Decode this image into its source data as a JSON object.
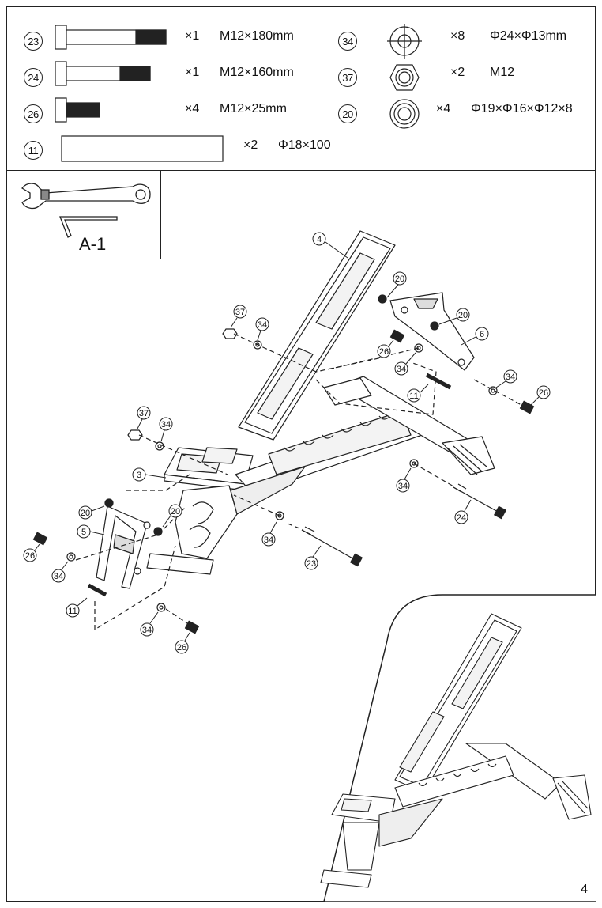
{
  "parts": [
    {
      "id": "23",
      "qty": "×1",
      "spec": "M12×180mm",
      "icon": "long-bolt-icon"
    },
    {
      "id": "24",
      "qty": "×1",
      "spec": "M12×160mm",
      "icon": "long-bolt-icon"
    },
    {
      "id": "26",
      "qty": "×4",
      "spec": "M12×25mm",
      "icon": "short-bolt-icon"
    },
    {
      "id": "11",
      "qty": "×2",
      "spec": "Φ18×100",
      "icon": "pin-icon"
    },
    {
      "id": "34",
      "qty": "×8",
      "spec": "Φ24×Φ13mm",
      "icon": "washer-icon"
    },
    {
      "id": "37",
      "qty": "×2",
      "spec": "M12",
      "icon": "nut-icon"
    },
    {
      "id": "20",
      "qty": "×4",
      "spec": "Φ19×Φ16×Φ12×8",
      "icon": "bushing-icon"
    }
  ],
  "tools": {
    "label": "A-1",
    "icons": [
      "wrench-icon",
      "allen-key-icon"
    ]
  },
  "callouts": [
    "4",
    "20",
    "20",
    "6",
    "37",
    "34",
    "26",
    "34",
    "11",
    "34",
    "26",
    "37",
    "34",
    "3",
    "34",
    "24",
    "20",
    "20",
    "5",
    "26",
    "34",
    "34",
    "23",
    "11",
    "34",
    "26"
  ],
  "page_number": "4"
}
